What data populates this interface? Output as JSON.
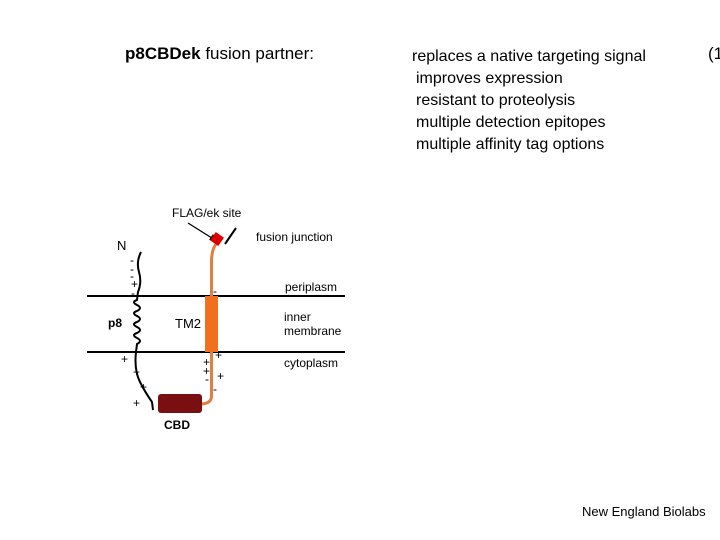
{
  "header": {
    "title_bold": "p8CBDek",
    "title_rest": " fusion partner:",
    "clipped_text": "(1"
  },
  "features": [
    "replaces a native targeting signal",
    "improves expression",
    "resistant to proteolysis",
    "multiple detection epitopes",
    "multiple affinity tag options"
  ],
  "diagram": {
    "flag_label": "FLAG/ek site",
    "fusion_label": "fusion junction",
    "n_label": "N",
    "p8_label": "p8",
    "tm2_label": "TM2",
    "periplasm_label": "periplasm",
    "membrane_label_1": "inner",
    "membrane_label_2": "membrane",
    "cytoplasm_label": "cytoplasm",
    "cbd_label": "CBD",
    "colors": {
      "tm2": "#f07020",
      "chain": "#e08040",
      "flag": "#dd0000",
      "cbd": "#7a0f12"
    }
  },
  "footer": {
    "credit": "New England Biolabs"
  }
}
